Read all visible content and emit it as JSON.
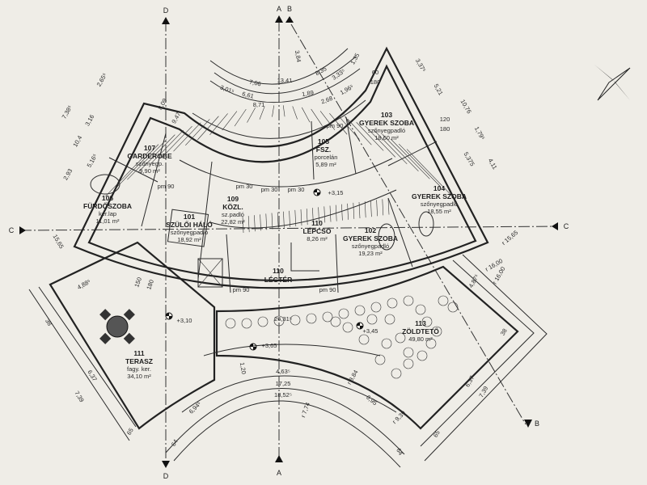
{
  "rooms": [
    {
      "id": "107",
      "name": "GARDEROBE",
      "floor": "szőnyegp.",
      "area": "9,90 m²"
    },
    {
      "id": "106",
      "name": "FÜRDŐSZOBA",
      "floor": "ker.lap",
      "area": "11,01 m²"
    },
    {
      "id": "101",
      "name": "SZÜLŐI HÁLÓ",
      "floor": "szőnyegpadló",
      "area": "18,92 m²"
    },
    {
      "id": "109",
      "name": "KÖZL.",
      "floor": "sz.padló",
      "area": "22,82 m²"
    },
    {
      "id": "110",
      "name": "LÉPCSŐ",
      "area": "8,26 m²"
    },
    {
      "id": "110",
      "name": "LÉGTÉR"
    },
    {
      "id": "105",
      "name": "FSZ.",
      "floor": "porcelán",
      "area": "5,89 m²"
    },
    {
      "id": "103",
      "name": "GYEREK SZOBA",
      "floor": "szőnyegpadló",
      "area": "18,60 m²"
    },
    {
      "id": "104",
      "name": "GYEREK SZOBA",
      "floor": "szőnyegpadló",
      "area": "18,55 m²"
    },
    {
      "id": "102",
      "name": "GYEREK SZOBA",
      "floor": "szőnyegpadló",
      "area": "19,23 m²"
    },
    {
      "id": "111",
      "name": "TERASZ",
      "floor": "fagy. ker.",
      "area": "34,10 m²"
    },
    {
      "id": "113",
      "name": "ZÖLDTETŐ",
      "area": "49,80 m²"
    }
  ],
  "levels": [
    "+3,15",
    "+3,10",
    "+3,65",
    "+3,45"
  ],
  "sections": [
    "A",
    "B",
    "C",
    "D"
  ],
  "openings": {
    "pm30": "pm 30",
    "pm90": "pm 90"
  },
  "dims": {
    "top": [
      "13,41",
      "7,06",
      "6,61",
      "3,01⁵",
      "8,35",
      "3,33⁵",
      "1,89",
      "2,68",
      "1,96⁵",
      "1,35",
      "8,71",
      "3,84",
      "60",
      "180"
    ],
    "left": [
      "7,38⁵",
      "3,16",
      "10,4",
      "5,16⁵",
      "2,93",
      "2,65⁵",
      "8,09",
      "9,47",
      "15,65",
      "150",
      "180"
    ],
    "right": [
      "3,37⁵",
      "5,21",
      "10,76",
      "1,79⁵",
      "5,375",
      "4,11",
      "r 15,65",
      "r 16,00",
      "4,87⁵",
      "120",
      "180"
    ],
    "bottom": [
      "26,31⁵",
      "4,63⁵",
      "17,25",
      "18,52⁵",
      "6,94⁵",
      "6,95",
      "r 7,74",
      "r 8,84",
      "r 9,39",
      "1,20",
      "6,37",
      "7,39",
      "6,37",
      "7,39",
      "4,88⁵",
      "r 16,00",
      "64",
      "64",
      "65",
      "65",
      "38",
      "38"
    ]
  },
  "colors": {
    "paper": "#efede7",
    "ink": "#222222"
  }
}
